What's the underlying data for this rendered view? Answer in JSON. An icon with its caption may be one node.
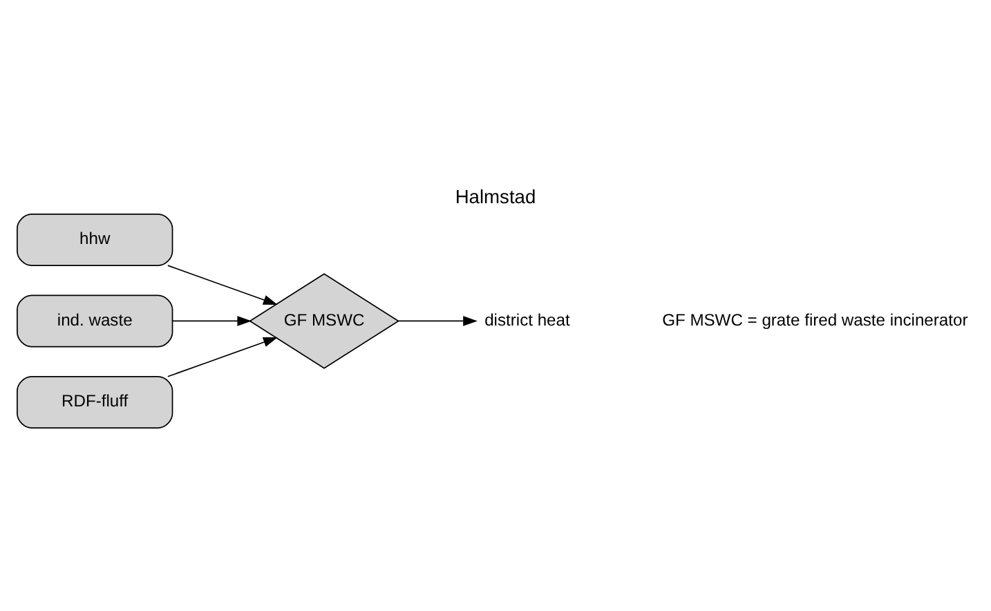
{
  "diagram": {
    "title": "Halmstad",
    "nodes": [
      {
        "text": [
          "hhw"
        ]
      },
      {
        "text": [
          "ind. waste"
        ]
      },
      {
        "text": [
          "RDF-fluff"
        ]
      },
      {
        "text": [
          "GF MSWC"
        ]
      },
      {
        "text": [
          "district heat"
        ]
      }
    ],
    "edges": [
      {
        "from": 0,
        "to": 3,
        "arrow": "to"
      },
      {
        "from": 1,
        "to": 3,
        "arrow": "to"
      },
      {
        "from": 2,
        "to": 3,
        "arrow": "to"
      },
      {
        "from": 3,
        "to": 4,
        "arrow": "to"
      }
    ],
    "labels": [
      "GF MSWC = grate fired waste incinerator"
    ]
  }
}
